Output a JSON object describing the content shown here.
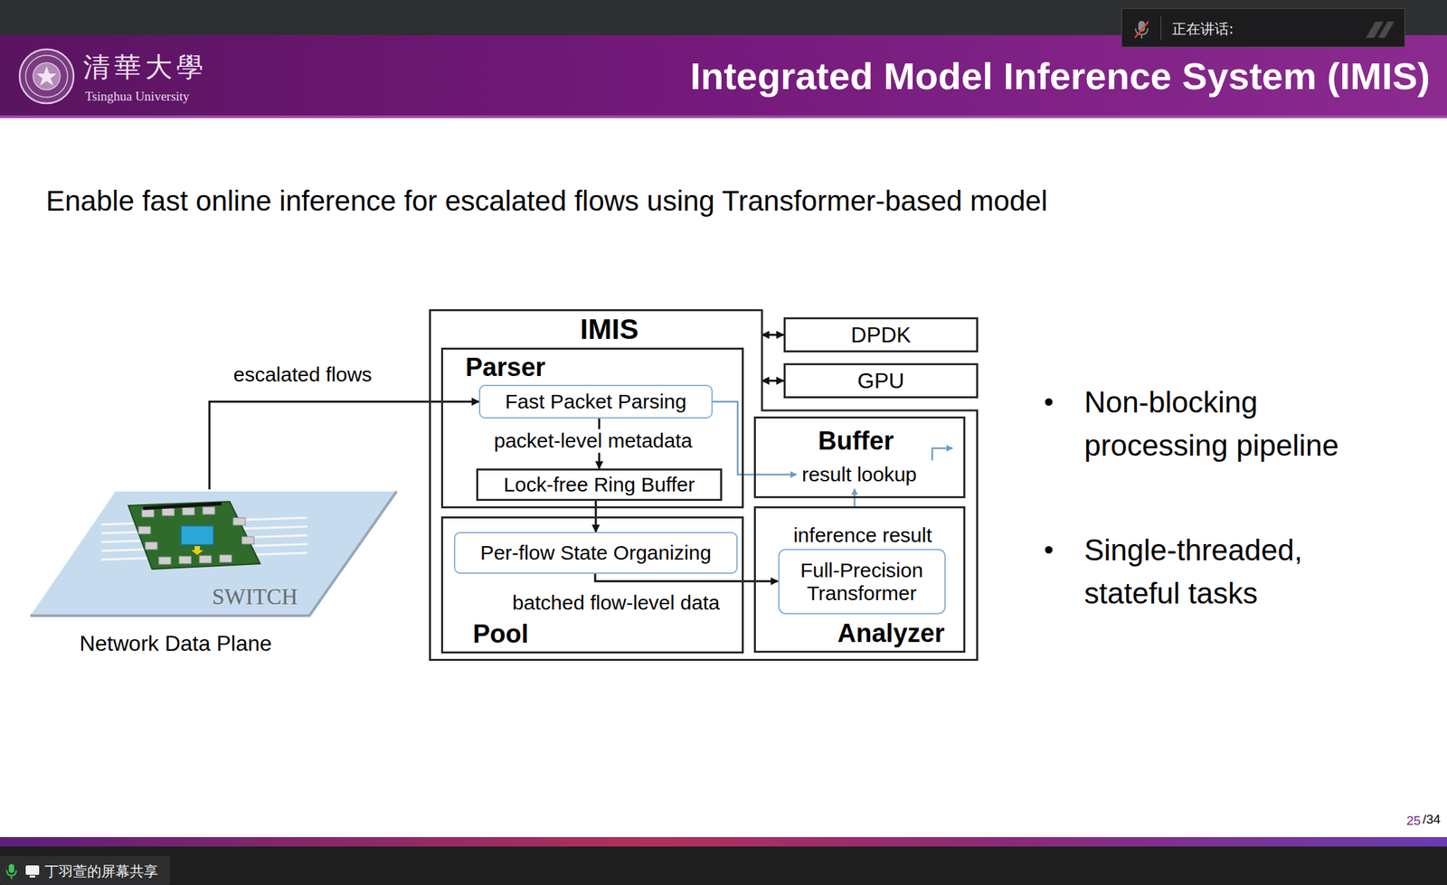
{
  "diagram": {
    "title": "Integrated Model Inference System (IMIS)",
    "nodes": [
      {
        "text": [
          "SWITCH",
          "Network Data Plane"
        ]
      },
      {
        "text": [
          "IMIS"
        ]
      },
      {
        "text": [
          "Parser"
        ],
        "in": 1
      },
      {
        "text": [
          "Fast Packet Parsing"
        ],
        "in": 2
      },
      {
        "text": [
          "Lock-free Ring Buffer"
        ],
        "in": 2
      },
      {
        "text": [
          "Pool"
        ],
        "in": 1
      },
      {
        "text": [
          "Per-flow State Organizing"
        ],
        "in": 5
      },
      {
        "text": [
          "Buffer",
          "result lookup"
        ],
        "in": 1
      },
      {
        "text": [
          "inference result",
          "Analyzer"
        ],
        "in": 1
      },
      {
        "text": [
          "Full-Precision Transformer"
        ],
        "in": 8
      },
      {
        "text": [
          "DPDK"
        ]
      },
      {
        "text": [
          "GPU"
        ]
      }
    ],
    "edges": [
      {
        "from": 0,
        "to": 3,
        "label": "escalated flows",
        "arrow": "to"
      },
      {
        "from": 3,
        "to": 4,
        "label": "packet-level metadata",
        "arrow": "to"
      },
      {
        "from": 3,
        "to": 7,
        "arrow": "to"
      },
      {
        "from": 4,
        "to": 6,
        "arrow": "to"
      },
      {
        "from": 6,
        "to": 9,
        "label": "batched flow-level data",
        "arrow": "to"
      },
      {
        "from": 8,
        "to": 7,
        "arrow": "to"
      },
      {
        "from": 1,
        "to": 10,
        "arrow": "both"
      },
      {
        "from": 1,
        "to": 11,
        "arrow": "both"
      }
    ],
    "labels": [
      "正在讲话:",
      "清華大學",
      "Tsinghua University",
      "Enable fast online inference for escalated flows using Transformer-based model",
      "Non-blocking processing pipeline",
      "Single-threaded, stateful tasks",
      "25",
      "/34",
      "丁羽萱的屏幕共享"
    ]
  }
}
